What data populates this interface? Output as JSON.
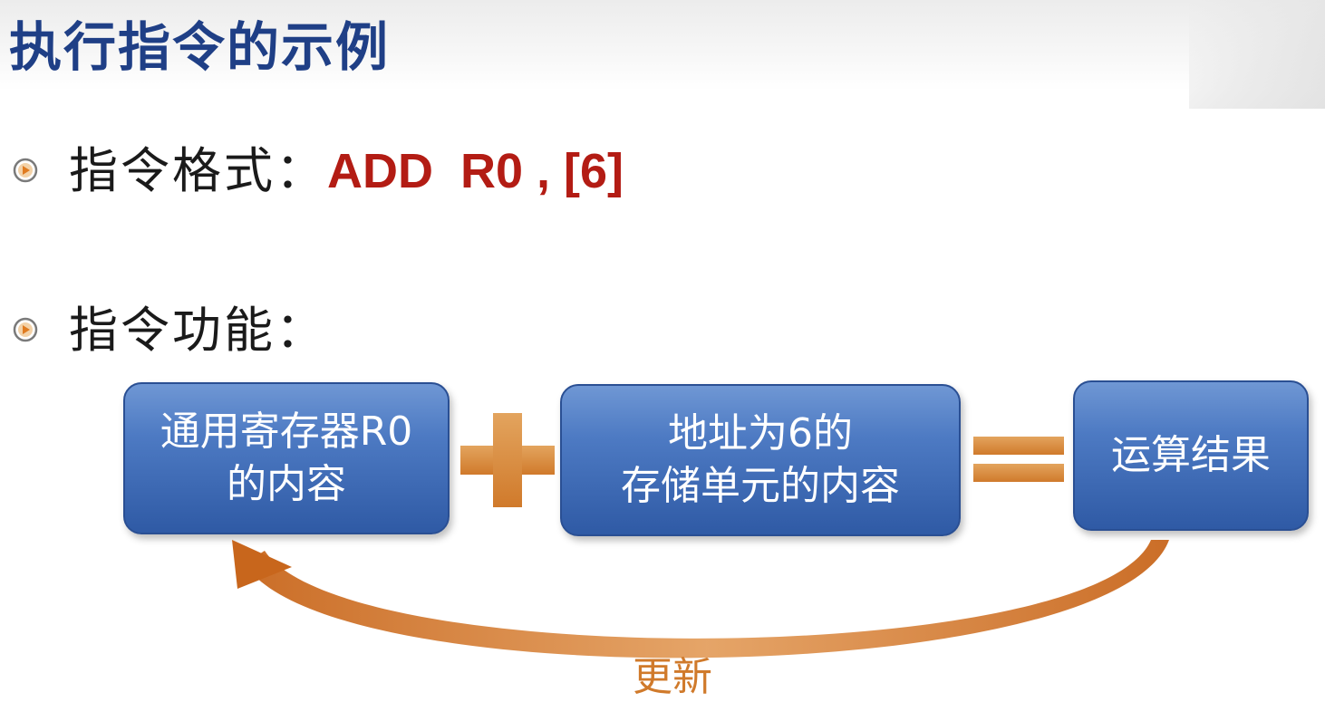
{
  "slide": {
    "title": "执行指令的示例"
  },
  "bullets": [
    {
      "icon": "play-bullet-icon",
      "label": "指令格式：",
      "code": "ADD  R0 , [6]"
    },
    {
      "icon": "play-bullet-icon",
      "label": "指令功能："
    }
  ],
  "diagram": {
    "box_r0": {
      "line1": "通用寄存器R0",
      "line2": "的内容"
    },
    "operator_plus": "plus-icon",
    "box_mem": {
      "line1": "地址为6的",
      "line2": "存储单元的内容"
    },
    "operator_equals": "equals-icon",
    "box_result": {
      "line1": "运算结果"
    },
    "feedback_label": "更新"
  },
  "colors": {
    "title": "#1f3f86",
    "code": "#b31c14",
    "box_fill": "#4d7ac3",
    "operator": "#d07a2b",
    "feedback": "#d07a2b"
  }
}
